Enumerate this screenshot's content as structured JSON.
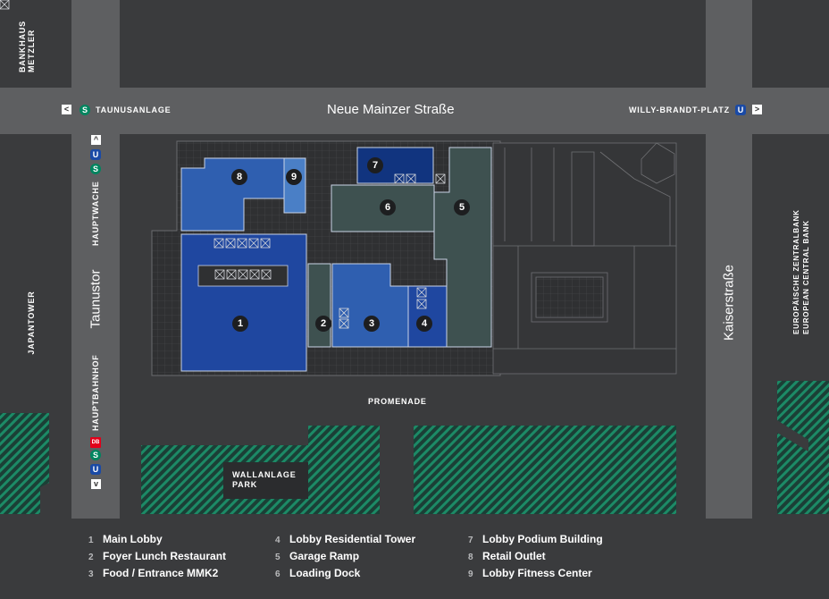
{
  "streets": {
    "top_street": "Neue Mainzer Straße",
    "left_street": "Taunustor",
    "right_street": "Kaiserstraße",
    "promenade": "PROMENADE"
  },
  "landmarks": {
    "bankhaus": [
      "BANKHAUS",
      "METZLER"
    ],
    "japantower": "JAPANTOWER",
    "ecb": [
      "EUROPÄISCHE ZENTRALBANK",
      "EUROPEAN CENTRAL BANK"
    ],
    "park": [
      "WALLANLAGE",
      "PARK"
    ]
  },
  "stations": {
    "taunusanlage": {
      "name": "TAUNUSANLAGE",
      "line": "S"
    },
    "willy_brandt": {
      "name": "WILLY-BRANDT-PLATZ",
      "line": "U"
    },
    "hauptwache": {
      "name": "HAUPTWACHE",
      "lines": [
        "U",
        "S"
      ]
    },
    "hauptbahnhof": {
      "name": "HAUPTBAHNHOF",
      "lines": [
        "DB",
        "S",
        "U"
      ]
    }
  },
  "arrows": {
    "left": "<",
    "right": ">",
    "up": "^",
    "down": "v"
  },
  "markers": [
    "1",
    "2",
    "3",
    "4",
    "5",
    "6",
    "7",
    "8",
    "9"
  ],
  "legend": [
    {
      "num": "1",
      "label": "Main Lobby"
    },
    {
      "num": "2",
      "label": "Foyer Lunch Restaurant"
    },
    {
      "num": "3",
      "label": "Food / Entrance MMK2"
    },
    {
      "num": "4",
      "label": "Lobby Residential Tower"
    },
    {
      "num": "5",
      "label": "Garage Ramp"
    },
    {
      "num": "6",
      "label": "Loading Dock"
    },
    {
      "num": "7",
      "label": "Lobby Podium Building"
    },
    {
      "num": "8",
      "label": "Retail Outlet"
    },
    {
      "num": "9",
      "label": "Lobby Fitness Center"
    }
  ],
  "colors": {
    "background": "#3a3b3d",
    "street": "#5e5f61",
    "block": "#2f3032",
    "park": "#1c7a5e",
    "lobby_blue": "#1f47a0",
    "medium_blue": "#2f5fb0",
    "light_blue": "#4a7fc6",
    "slate": "#3e5150",
    "navy": "#11347f"
  }
}
